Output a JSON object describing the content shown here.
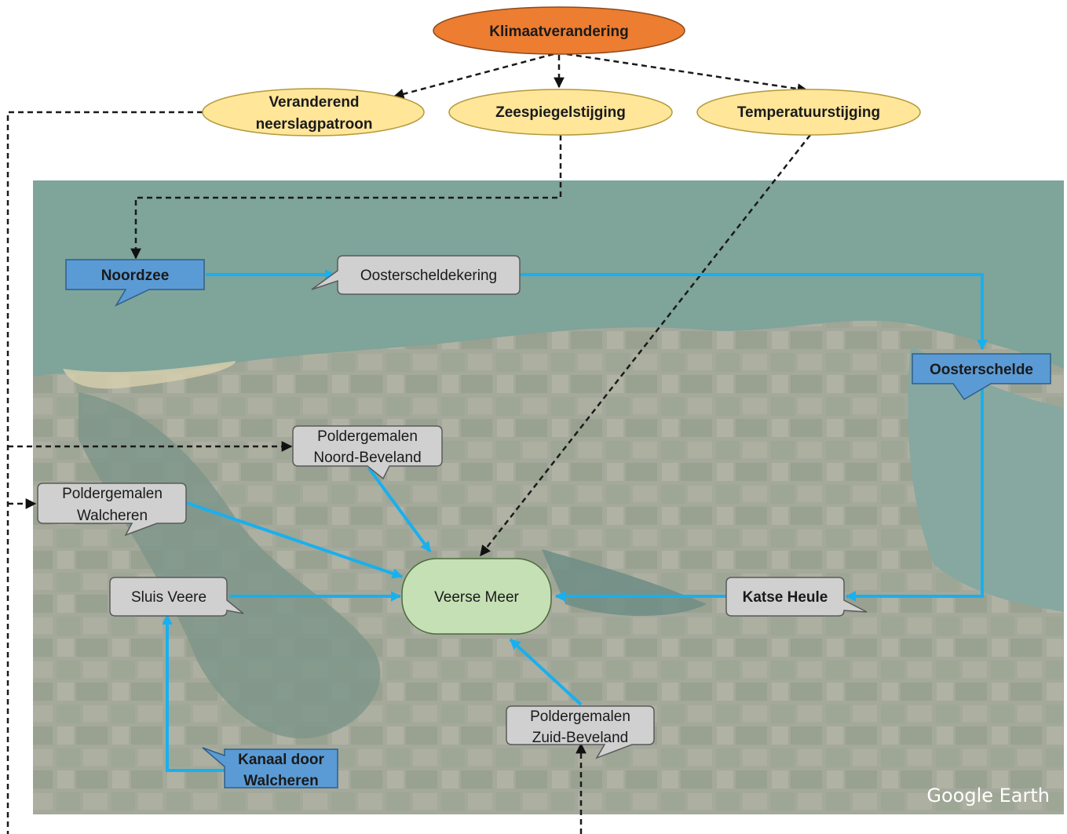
{
  "drivers": {
    "root": "Klimaatverandering",
    "precipitation": [
      "Veranderend",
      "neerslagpatroon"
    ],
    "sea_level": "Zeespiegelstijging",
    "temperature": "Temperatuurstijging"
  },
  "nodes": {
    "noordzee": "Noordzee",
    "oosterscheldekering": "Oosterscheldekering",
    "oosterschelde": "Oosterschelde",
    "katse_heule": "Katse Heule",
    "veerse_meer": "Veerse Meer",
    "sluis_veere": "Sluis Veere",
    "kanaal": [
      "Kanaal door",
      "Walcheren"
    ],
    "pg_noord": [
      "Poldergemalen",
      "Noord-Beveland"
    ],
    "pg_walcheren": [
      "Poldergemalen",
      "Walcheren"
    ],
    "pg_zuid": [
      "Poldergemalen",
      "Zuid-Beveland"
    ]
  },
  "map_credit": "Google Earth",
  "colors": {
    "root_fill": "#ed7d31",
    "driver_fill": "#ffe699",
    "water_fill": "#5b9bd5",
    "gray_fill": "#d0d0d0",
    "lake_fill": "#c5e0b4",
    "flow_arrow": "#18b0ef",
    "dashed_arrow": "#1a1a1a"
  }
}
